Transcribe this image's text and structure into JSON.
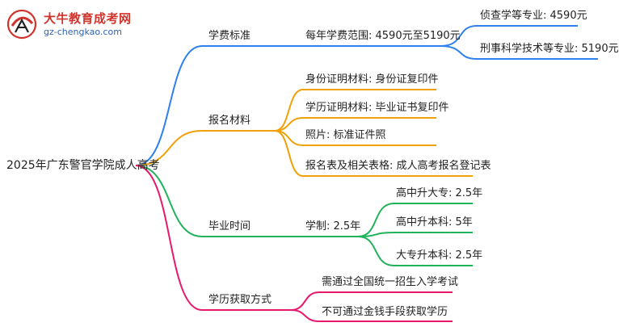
{
  "logo": {
    "title": "大牛教育成考网",
    "url": "gz-chengkao.com"
  },
  "root": "2025年广东警官学院成人高考",
  "branches": [
    {
      "label": "学费标准",
      "color": "#2f80ed",
      "children": [
        {
          "label": "每年学费范围: 4590元至5190元",
          "children": [
            "侦查学等专业: 4590元",
            "刑事科学技术等专业: 5190元"
          ]
        }
      ]
    },
    {
      "label": "报名材料",
      "color": "#f2a007",
      "children": [
        {
          "label": "身份证明材料: 身份证复印件"
        },
        {
          "label": "学历证明材料: 毕业证书复印件"
        },
        {
          "label": "照片: 标准证件照"
        },
        {
          "label": "报名表及相关表格: 成人高考报名登记表"
        }
      ]
    },
    {
      "label": "毕业时间",
      "color": "#21b35a",
      "children": [
        {
          "label": "学制: 2.5年",
          "children": [
            "高中升大专: 2.5年",
            "高中升本科: 5年",
            "大专升本科: 2.5年"
          ]
        }
      ]
    },
    {
      "label": "学历获取方式",
      "color": "#e8196c",
      "children": [
        {
          "label": "需通过全国统一招生入学考试"
        },
        {
          "label": "不可通过金钱手段获取学历"
        }
      ]
    }
  ]
}
